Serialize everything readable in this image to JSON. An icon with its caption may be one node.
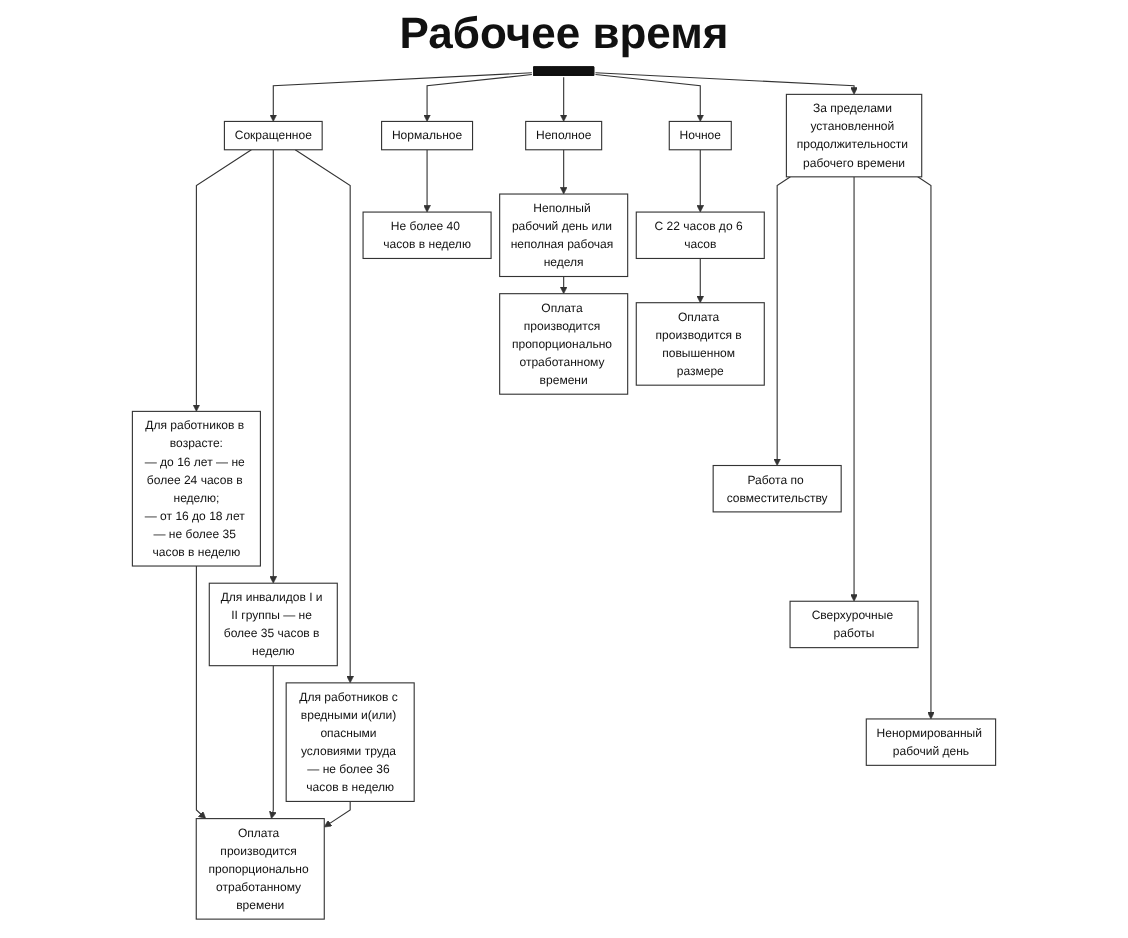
{
  "diagram": {
    "title": "Рабочее время",
    "nodes": [
      {
        "text": [],
        "shape": "bar"
      },
      {
        "text": [
          "Сокращенное"
        ]
      },
      {
        "text": [
          "Нормальное"
        ]
      },
      {
        "text": [
          "Неполное"
        ]
      },
      {
        "text": [
          "Ночное"
        ]
      },
      {
        "text": [
          "За пределами установленной продолжительности рабочего времени"
        ]
      },
      {
        "text": [
          "Не более 40 часов в неделю"
        ]
      },
      {
        "text": [
          "Неполный рабочий день или неполная рабочая неделя"
        ]
      },
      {
        "text": [
          "С 22 часов до 6 часов"
        ]
      },
      {
        "text": [
          "Оплата производится пропорционально отработанному времени"
        ]
      },
      {
        "text": [
          "Оплата производится в повышенном размере"
        ]
      },
      {
        "text": [
          "Работа по совместительству"
        ]
      },
      {
        "text": [
          "Для работников в возрасте:",
          "— до 16 лет — не более 24 часов в неделю;",
          "— от 16 до 18 лет — не более 35 часов в неделю"
        ]
      },
      {
        "text": [
          "Сверхурочные работы"
        ]
      },
      {
        "text": [
          "Для инвалидов I и II группы — не более 35 часов в неделю"
        ]
      },
      {
        "text": [
          "Ненормированный рабочий день"
        ]
      },
      {
        "text": [
          "Для работников с вредными и(или) опасными условиями труда — не более 36 часов в неделю"
        ]
      },
      {
        "text": [
          "Оплата производится пропорционально отработанному времени"
        ]
      }
    ],
    "edges": [
      {
        "from": 0,
        "to": 1,
        "arrow": "to"
      },
      {
        "from": 0,
        "to": 2,
        "arrow": "to"
      },
      {
        "from": 0,
        "to": 3,
        "arrow": "to"
      },
      {
        "from": 0,
        "to": 4,
        "arrow": "to"
      },
      {
        "from": 0,
        "to": 5,
        "arrow": "to"
      },
      {
        "from": 2,
        "to": 6,
        "arrow": "to"
      },
      {
        "from": 3,
        "to": 7,
        "arrow": "to"
      },
      {
        "from": 7,
        "to": 9,
        "arrow": "to"
      },
      {
        "from": 4,
        "to": 8,
        "arrow": "to"
      },
      {
        "from": 8,
        "to": 10,
        "arrow": "to"
      },
      {
        "from": 1,
        "to": 12,
        "arrow": "to"
      },
      {
        "from": 1,
        "to": 14,
        "arrow": "to"
      },
      {
        "from": 1,
        "to": 16,
        "arrow": "to"
      },
      {
        "from": 5,
        "to": 11,
        "arrow": "to"
      },
      {
        "from": 5,
        "to": 13,
        "arrow": "to"
      },
      {
        "from": 5,
        "to": 15,
        "arrow": "to"
      },
      {
        "from": 16,
        "to": 17,
        "arrow": "to"
      },
      {
        "from": 14,
        "to": 17,
        "arrow": "to"
      },
      {
        "from": 12,
        "to": 17,
        "arrow": "to"
      }
    ]
  }
}
